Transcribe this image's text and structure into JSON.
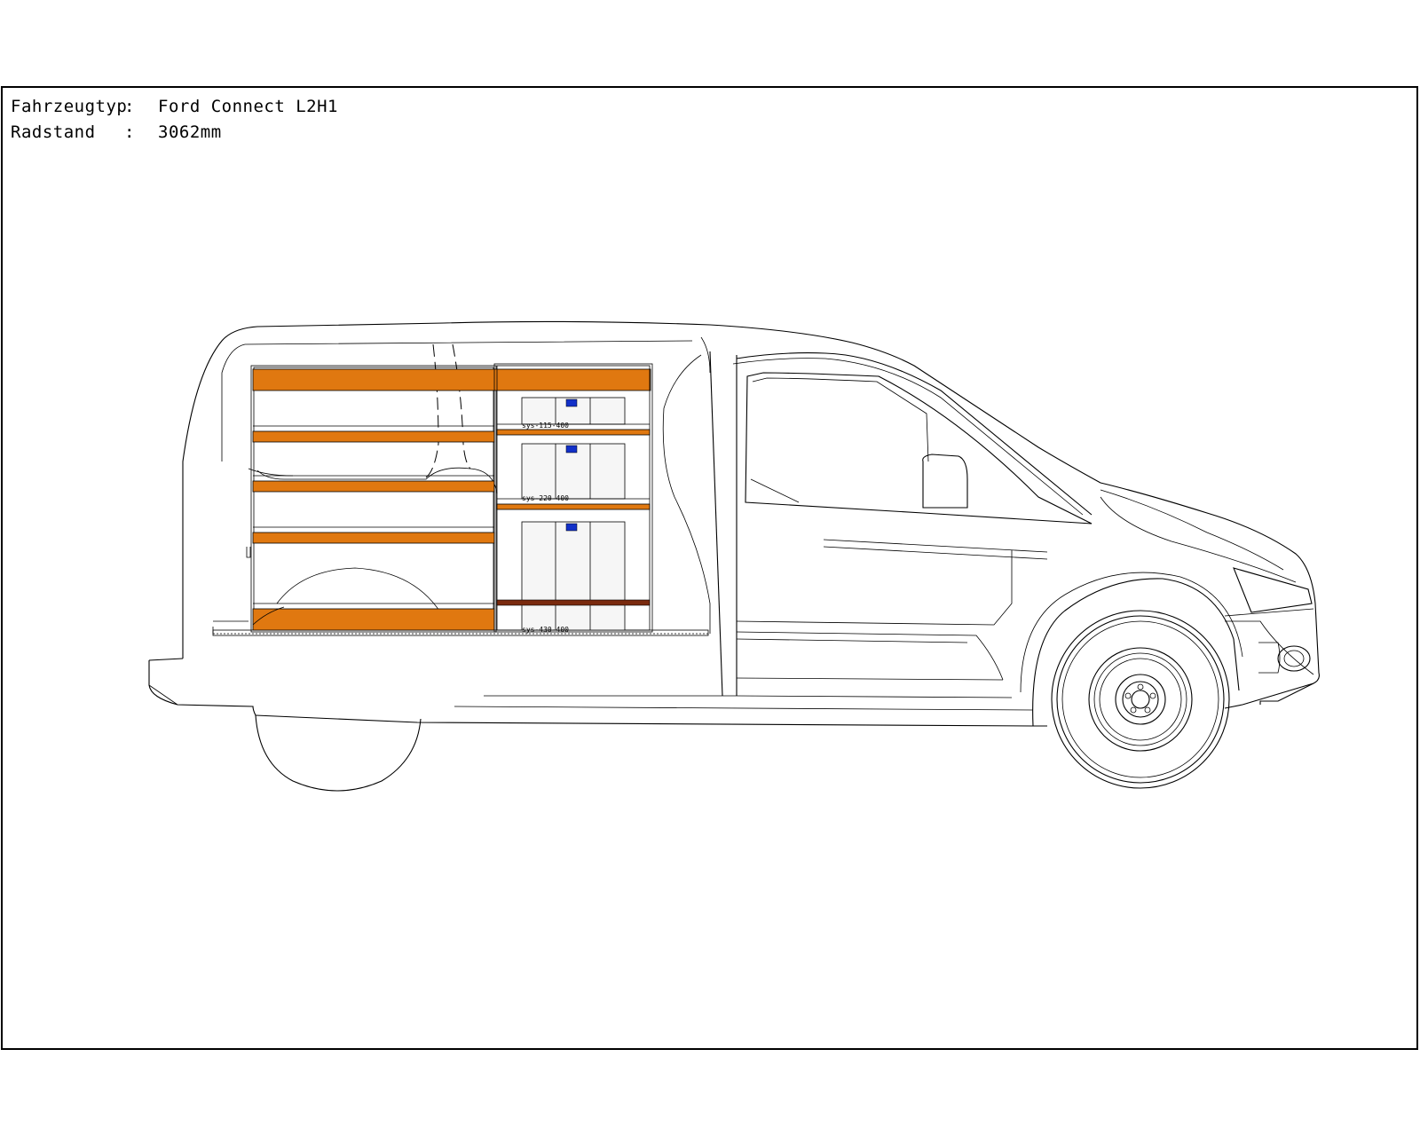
{
  "info": {
    "vehicle_label": "Fahrzeugtyp",
    "vehicle_value": "Ford Connect L2H1",
    "wheelbase_label": "Radstand",
    "wheelbase_value": "3062mm",
    "separator": ":"
  },
  "drawers": [
    {
      "label": "sys-115-400"
    },
    {
      "label": "sys-220-400"
    },
    {
      "label": "sys-430-400"
    }
  ],
  "colors": {
    "shelf": "#e07810",
    "shelf_dark": "#7a2a0e",
    "latch": "#1230c8",
    "line": "#000000"
  }
}
